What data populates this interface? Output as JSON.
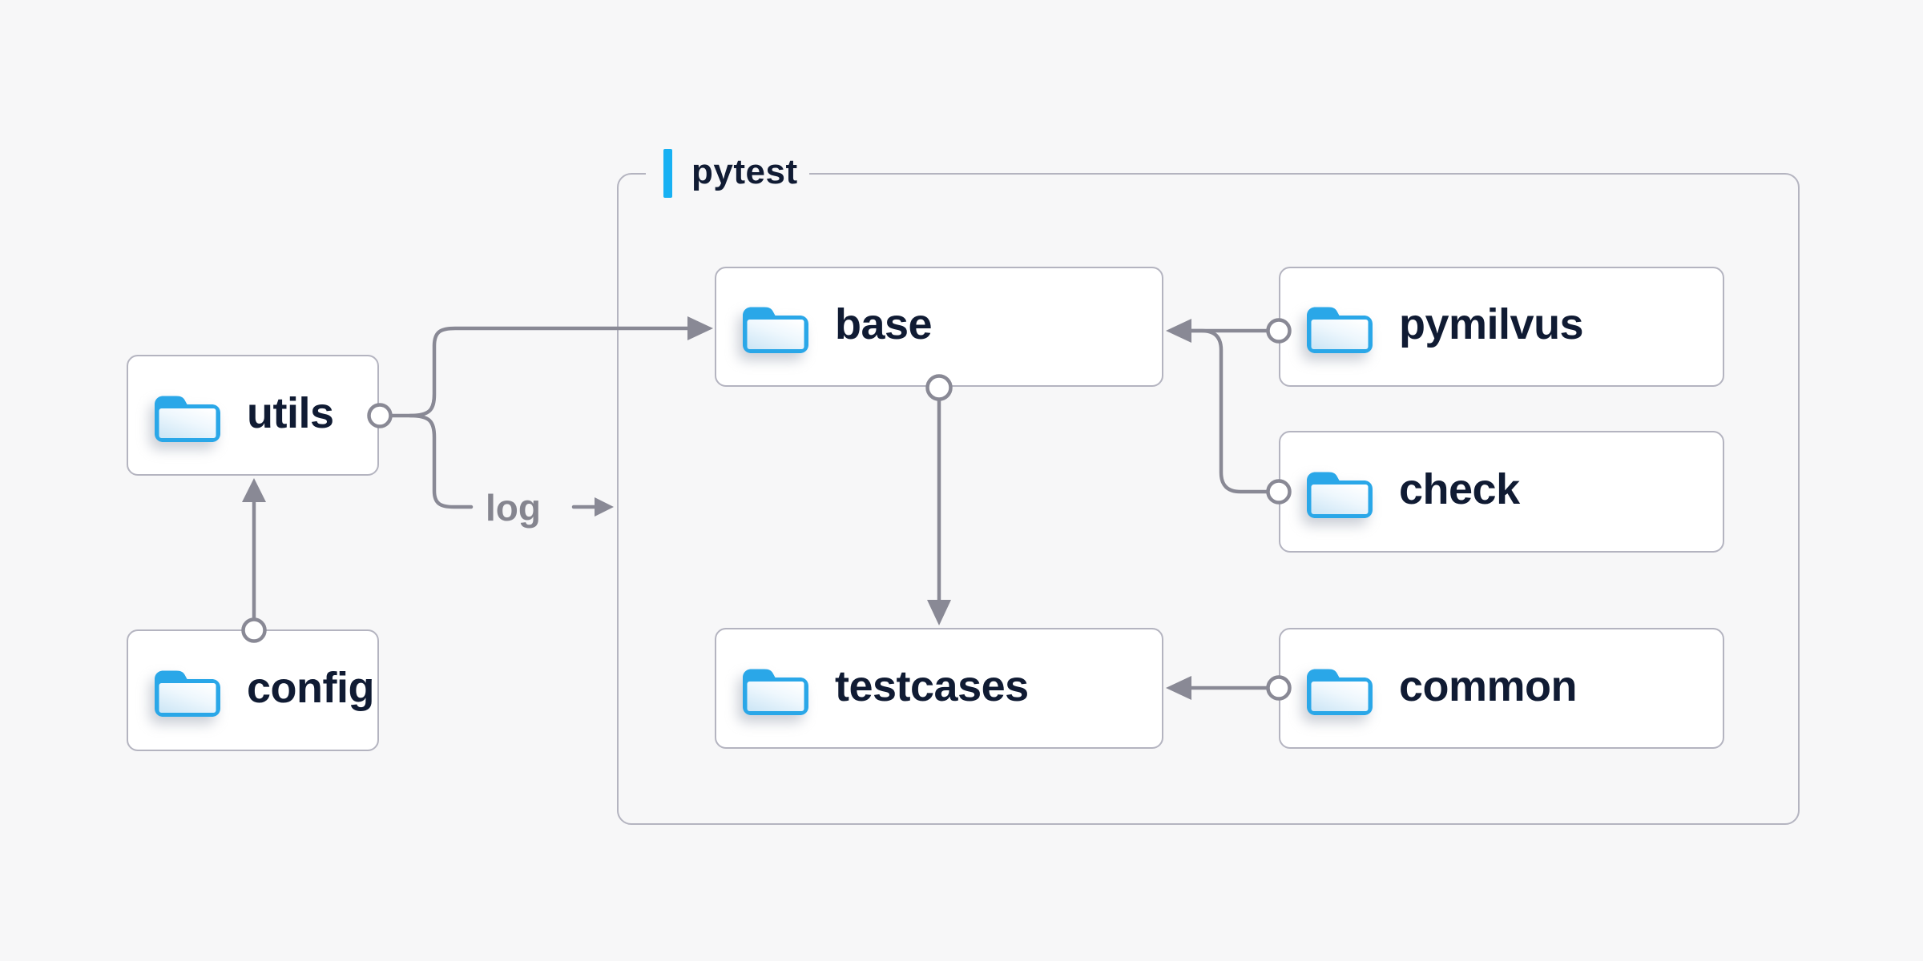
{
  "diagram": {
    "container": {
      "label": "pytest"
    },
    "nodes": [
      {
        "id": "utils",
        "label": "utils",
        "icon": "folder-icon"
      },
      {
        "id": "config",
        "label": "config",
        "icon": "folder-icon"
      },
      {
        "id": "base",
        "label": "base",
        "icon": "folder-icon"
      },
      {
        "id": "pymilvus",
        "label": "pymilvus",
        "icon": "folder-icon"
      },
      {
        "id": "check",
        "label": "check",
        "icon": "folder-icon"
      },
      {
        "id": "testcases",
        "label": "testcases",
        "icon": "folder-icon"
      },
      {
        "id": "common",
        "label": "common",
        "icon": "folder-icon"
      }
    ],
    "edges": [
      {
        "from": "utils",
        "to": "base"
      },
      {
        "from": "utils",
        "to": "pytest",
        "label": "log"
      },
      {
        "from": "config",
        "to": "utils"
      },
      {
        "from": "pymilvus",
        "to": "base"
      },
      {
        "from": "check",
        "to": "base"
      },
      {
        "from": "base",
        "to": "testcases"
      },
      {
        "from": "common",
        "to": "testcases"
      }
    ],
    "colors": {
      "background": "#f7f7f8",
      "node_background": "#ffffff",
      "border_gray": "#b4b4c0",
      "line_gray": "#898995",
      "text_navy": "#101b33",
      "label_gray": "#85858f",
      "accent_blue": "#18b1f3",
      "folder_blue": "#2aa7e8"
    }
  }
}
